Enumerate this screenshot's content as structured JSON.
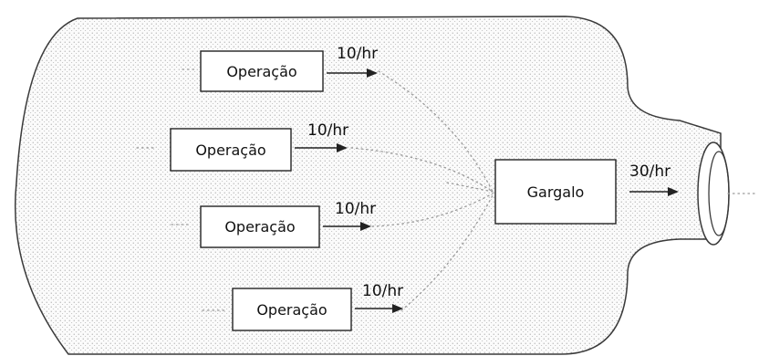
{
  "diagram": {
    "operations": [
      {
        "label": "Operação",
        "rate": "10/hr"
      },
      {
        "label": "Operação",
        "rate": "10/hr"
      },
      {
        "label": "Operação",
        "rate": "10/hr"
      },
      {
        "label": "Operação",
        "rate": "10/hr"
      }
    ],
    "bottleneck": {
      "label": "Gargalo",
      "rate": "30/hr"
    }
  }
}
